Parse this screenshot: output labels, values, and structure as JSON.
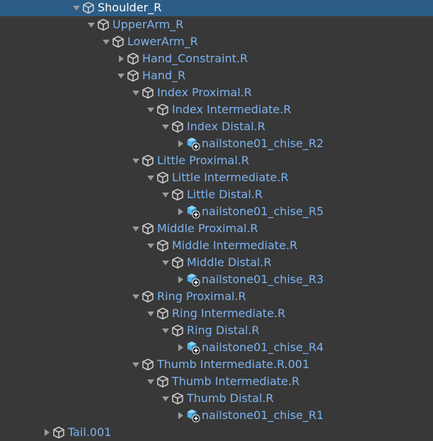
{
  "colors": {
    "background": "#383838",
    "selected_background": "#2c5d87",
    "prefab_text": "#7cb3f0",
    "selected_text": "#ffffff",
    "arrow": "#9a9a9a",
    "gameobject_icon": "#c8c8c8",
    "prefab_icon": "#4fb3e8"
  },
  "hierarchy": [
    {
      "label": "Shoulder_R",
      "depth": 0,
      "expanded": true,
      "selected": true,
      "icon": "gameobject-icon"
    },
    {
      "label": "UpperArm_R",
      "depth": 1,
      "expanded": true,
      "icon": "gameobject-icon"
    },
    {
      "label": "LowerArm_R",
      "depth": 2,
      "expanded": true,
      "icon": "gameobject-icon"
    },
    {
      "label": "Hand_Constraint.R",
      "depth": 3,
      "expanded": false,
      "icon": "gameobject-icon"
    },
    {
      "label": "Hand_R",
      "depth": 3,
      "expanded": true,
      "icon": "gameobject-icon"
    },
    {
      "label": "Index Proximal.R",
      "depth": 4,
      "expanded": true,
      "icon": "gameobject-icon"
    },
    {
      "label": "Index Intermediate.R",
      "depth": 5,
      "expanded": true,
      "icon": "gameobject-icon"
    },
    {
      "label": "Index Distal.R",
      "depth": 6,
      "expanded": true,
      "icon": "gameobject-icon"
    },
    {
      "label": "nailstone01_chise_R2",
      "depth": 7,
      "expanded": false,
      "icon": "prefab-add-icon"
    },
    {
      "label": "Little Proximal.R",
      "depth": 4,
      "expanded": true,
      "icon": "gameobject-icon"
    },
    {
      "label": "Little Intermediate.R",
      "depth": 5,
      "expanded": true,
      "icon": "gameobject-icon"
    },
    {
      "label": "Little Distal.R",
      "depth": 6,
      "expanded": true,
      "icon": "gameobject-icon"
    },
    {
      "label": "nailstone01_chise_R5",
      "depth": 7,
      "expanded": false,
      "icon": "prefab-add-icon"
    },
    {
      "label": "Middle Proximal.R",
      "depth": 4,
      "expanded": true,
      "icon": "gameobject-icon"
    },
    {
      "label": "Middle Intermediate.R",
      "depth": 5,
      "expanded": true,
      "icon": "gameobject-icon"
    },
    {
      "label": "Middle Distal.R",
      "depth": 6,
      "expanded": true,
      "icon": "gameobject-icon"
    },
    {
      "label": "nailstone01_chise_R3",
      "depth": 7,
      "expanded": false,
      "icon": "prefab-add-icon"
    },
    {
      "label": "Ring Proximal.R",
      "depth": 4,
      "expanded": true,
      "icon": "gameobject-icon"
    },
    {
      "label": "Ring Intermediate.R",
      "depth": 5,
      "expanded": true,
      "icon": "gameobject-icon"
    },
    {
      "label": "Ring Distal.R",
      "depth": 6,
      "expanded": true,
      "icon": "gameobject-icon"
    },
    {
      "label": "nailstone01_chise_R4",
      "depth": 7,
      "expanded": false,
      "icon": "prefab-add-icon"
    },
    {
      "label": "Thumb Intermediate.R.001",
      "depth": 4,
      "expanded": true,
      "icon": "gameobject-icon"
    },
    {
      "label": "Thumb Intermediate.R",
      "depth": 5,
      "expanded": true,
      "icon": "gameobject-icon"
    },
    {
      "label": "Thumb Distal.R",
      "depth": 6,
      "expanded": true,
      "icon": "gameobject-icon"
    },
    {
      "label": "nailstone01_chise_R1",
      "depth": 7,
      "expanded": false,
      "icon": "prefab-add-icon"
    },
    {
      "label": "Tail.001",
      "depth": -2,
      "expanded": false,
      "icon": "gameobject-icon"
    }
  ]
}
